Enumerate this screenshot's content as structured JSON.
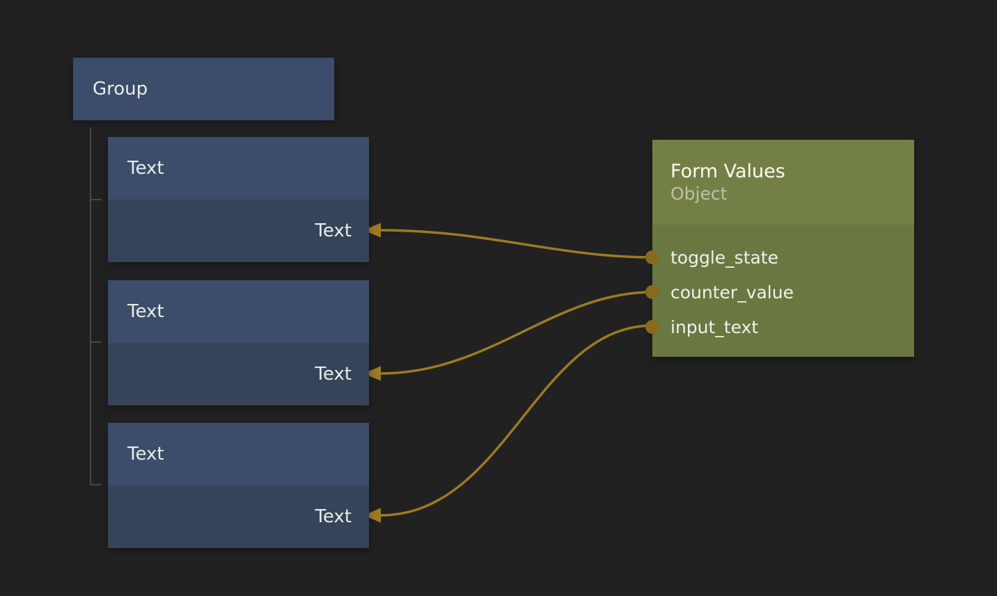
{
  "canvas": {
    "kind": "node-graph-editor"
  },
  "colors": {
    "background": "#212121",
    "node_header_blue": "#3b4d6a",
    "node_body_blue": "#364459",
    "form_header_green": "#728046",
    "form_body_green": "#697841",
    "wire": "#9c7b22",
    "port": "#876a1e",
    "tree_connector": "#484848"
  },
  "nodes": {
    "group": {
      "title": "Group"
    },
    "text_nodes": [
      {
        "title": "Text",
        "input_label": "Text"
      },
      {
        "title": "Text",
        "input_label": "Text"
      },
      {
        "title": "Text",
        "input_label": "Text"
      }
    ],
    "form_values": {
      "title": "Form Values",
      "subtitle": "Object",
      "outputs": [
        "toggle_state",
        "counter_value",
        "input_text"
      ]
    }
  },
  "connections": [
    {
      "from": "form_values.toggle_state",
      "to": "text_nodes.0.input"
    },
    {
      "from": "form_values.counter_value",
      "to": "text_nodes.1.input"
    },
    {
      "from": "form_values.input_text",
      "to": "text_nodes.2.input"
    }
  ]
}
